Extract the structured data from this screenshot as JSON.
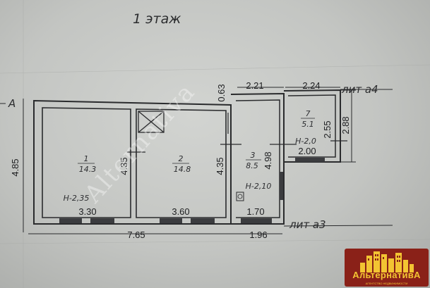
{
  "plan": {
    "floor_title": "1 этаж",
    "left_marker": "А",
    "annex_top_label": "лит а4",
    "annex_bottom_label": "лит а3",
    "watermark": "Alternativa"
  },
  "dimensions": {
    "overall_height": "4.85",
    "room1_height": "4.35",
    "room2_height": "4.35",
    "room3_height": "4.98",
    "room4_height": "2.55",
    "annex_height": "2.88",
    "wall_gap": "0.63",
    "room3_width_top": "2.21",
    "room4_width_top": "2.24",
    "room1_width": "3.30",
    "room2_width": "3.60",
    "room3_width": "1.70",
    "room4_width": "2.00",
    "overall_width": "7.65",
    "annex_width": "1.96"
  },
  "rooms": [
    {
      "number": "1",
      "area": "14.3",
      "ceiling": "Н-2,35"
    },
    {
      "number": "2",
      "area": "14.8",
      "ceiling": ""
    },
    {
      "number": "3",
      "area": "8.5",
      "ceiling": "Н-2,10"
    },
    {
      "number": "7",
      "area": "5.1",
      "ceiling": "Н-2,0"
    }
  ],
  "logo": {
    "name": "АльтернативА",
    "tagline": "АГЕНТСТВО НЕДВИЖИМОСТИ"
  },
  "colors": {
    "wall": "#2a2b2d",
    "paper": "#c9cbc8",
    "logo_bg": "#8a2118",
    "logo_text": "#f3c432"
  }
}
